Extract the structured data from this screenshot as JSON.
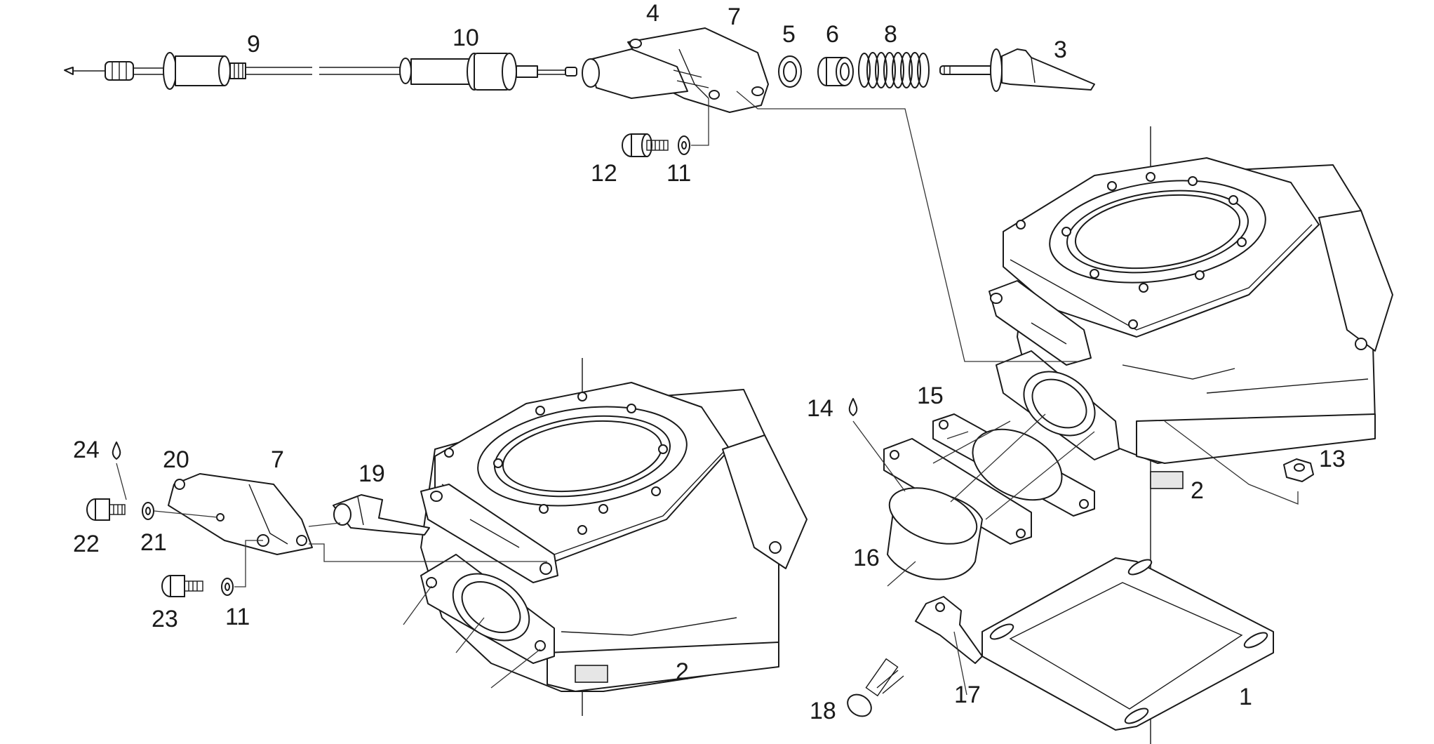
{
  "diagram": {
    "callouts": [
      "9",
      "10",
      "4",
      "7",
      "5",
      "6",
      "8",
      "3",
      "12",
      "11",
      "24",
      "20",
      "7",
      "19",
      "22",
      "21",
      "23",
      "11",
      "2",
      "14",
      "15",
      "16",
      "18",
      "17",
      "13",
      "2",
      "1"
    ]
  }
}
